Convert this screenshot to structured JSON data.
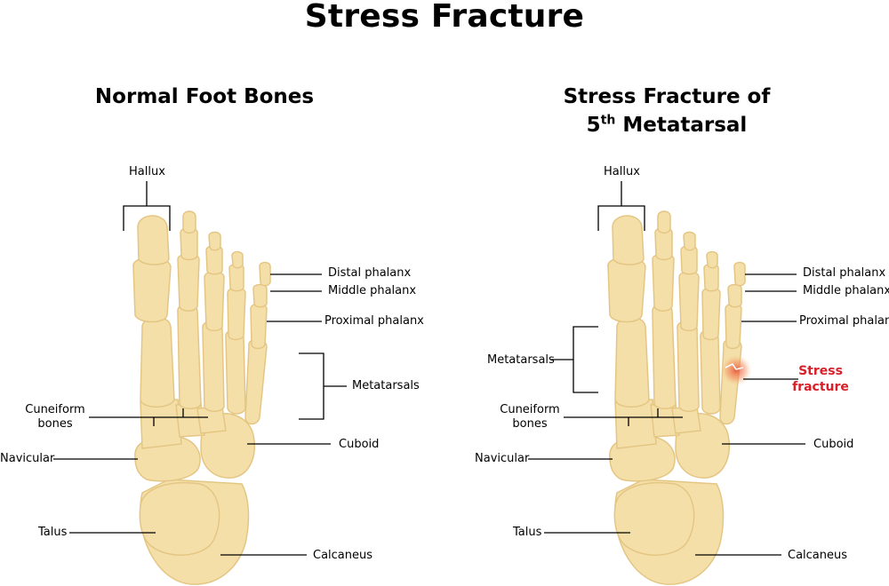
{
  "title": "Stress Fracture",
  "left_panel": {
    "heading": "Normal Foot Bones",
    "labels": {
      "hallux": "Hallux",
      "distal": "Distal phalanx",
      "middle": "Middle phalanx",
      "proximal": "Proximal phalanx",
      "metatarsals": "Metatarsals",
      "cuneiform_1": "Cuneiform",
      "cuneiform_2": "bones",
      "cuboid": "Cuboid",
      "navicular": "Navicular",
      "talus": "Talus",
      "calcaneus": "Calcaneus"
    }
  },
  "right_panel": {
    "heading_line1": "Stress Fracture of",
    "heading_num": "5",
    "heading_sup": "th",
    "heading_rest": " Metatarsal",
    "labels": {
      "hallux": "Hallux",
      "distal": "Distal phalanx",
      "middle": "Middle phalanx",
      "proximal": "Proximal phalanx",
      "metatarsals": "Metatarsals",
      "fracture_1": "Stress",
      "fracture_2": "fracture",
      "cuneiform_1": "Cuneiform",
      "cuneiform_2": "bones",
      "cuboid": "Cuboid",
      "navicular": "Navicular",
      "talus": "Talus",
      "calcaneus": "Calcaneus"
    }
  },
  "colors": {
    "bone": "#f5dfa8",
    "bone_edge": "#e4c684",
    "fracture": "#d8202a",
    "line": "#000000"
  }
}
